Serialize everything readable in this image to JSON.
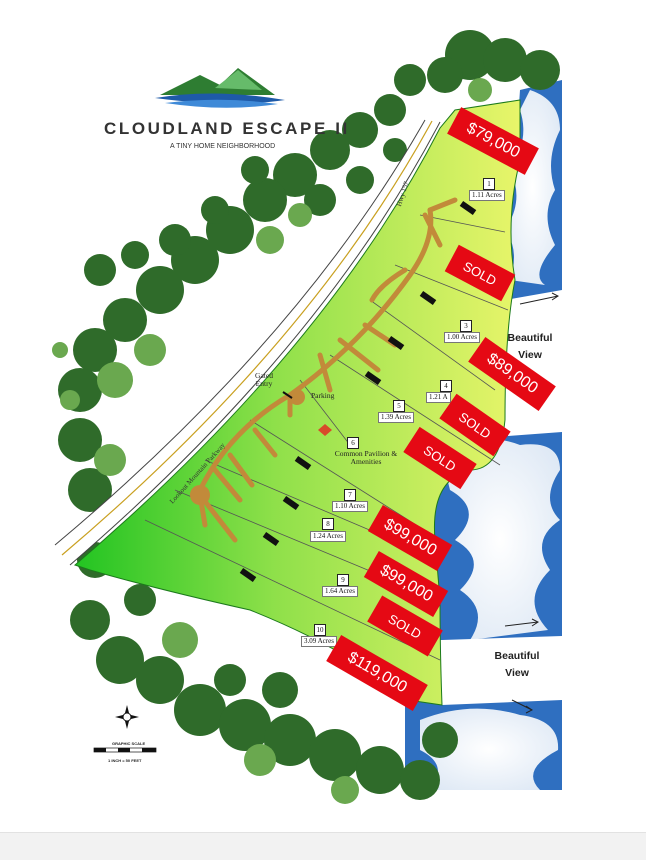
{
  "header": {
    "title": "CLOUDLAND ESCAPE II",
    "subtitle": "A TINY HOME NEIGHBORHOOD"
  },
  "roads": {
    "highway": "Hwy 157",
    "parkway": "Lookout Mountain Parkway"
  },
  "map_labels": {
    "gate": "Gated Entry",
    "parking": "Parking",
    "common": "Common Pavilion & Amenities"
  },
  "views": [
    {
      "label": "Beautiful View"
    },
    {
      "label": "Beautiful View"
    }
  ],
  "lots": [
    {
      "number": "1",
      "acres": "1.11 Acres"
    },
    {
      "number": "3",
      "acres": "1.00 Acres"
    },
    {
      "number": "4",
      "acres": "1.21 A"
    },
    {
      "number": "5",
      "acres": "1.39 Acres"
    },
    {
      "number": "6",
      "acres": ""
    },
    {
      "number": "7",
      "acres": "1.10 Acres"
    },
    {
      "number": "8",
      "acres": "1.24 Acres"
    },
    {
      "number": "9",
      "acres": "1.64 Acres"
    },
    {
      "number": "10",
      "acres": "3.09 Acres"
    }
  ],
  "price_tags": [
    {
      "text": "$79,000"
    },
    {
      "text": "SOLD"
    },
    {
      "text": "$89,000"
    },
    {
      "text": "SOLD"
    },
    {
      "text": "SOLD"
    },
    {
      "text": "$99,000"
    },
    {
      "text": "$99,000"
    },
    {
      "text": "SOLD"
    },
    {
      "text": "$119,000"
    }
  ],
  "scale_bar": {
    "title": "GRAPHIC SCALE",
    "caption": "1 INCH = 50 FEET"
  },
  "colors": {
    "tag_red": "#e50914",
    "lot_green": "#33cc33",
    "trail_brown": "#c28a3a",
    "sky_blue": "#3a7dc9"
  }
}
